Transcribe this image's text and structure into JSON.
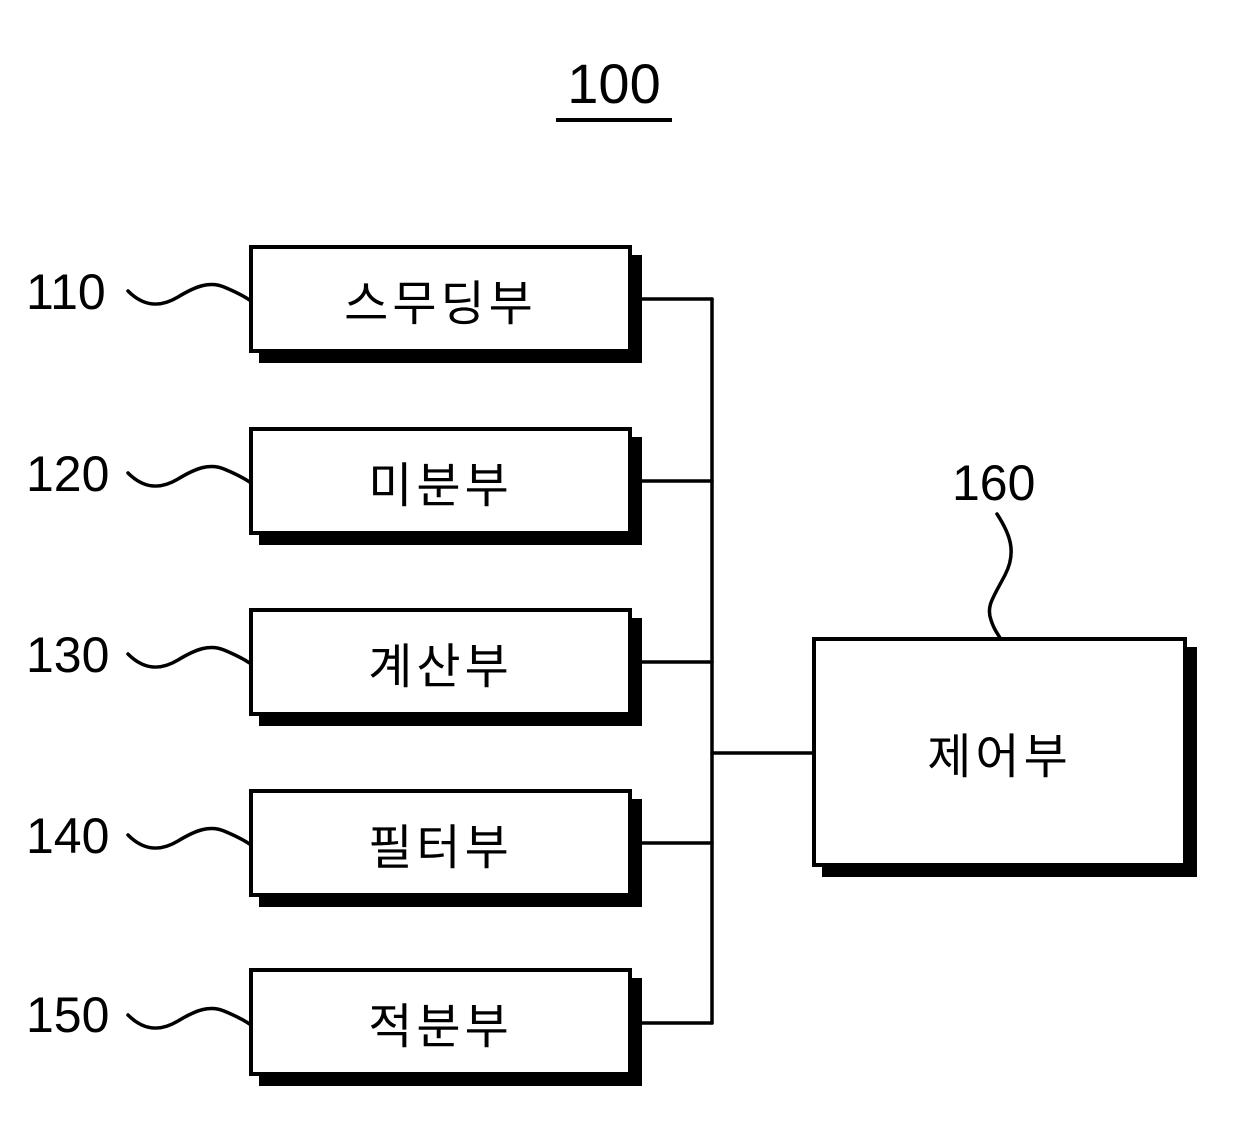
{
  "figure": {
    "number": "100"
  },
  "blocks": [
    {
      "ref": "110",
      "label": "스무딩부",
      "name": "smoothing-unit"
    },
    {
      "ref": "120",
      "label": "미분부",
      "name": "differentiation-unit"
    },
    {
      "ref": "130",
      "label": "계산부",
      "name": "calculation-unit"
    },
    {
      "ref": "140",
      "label": "필터부",
      "name": "filter-unit"
    },
    {
      "ref": "150",
      "label": "적분부",
      "name": "integration-unit"
    }
  ],
  "control": {
    "ref": "160",
    "label": "제어부",
    "name": "control-unit"
  },
  "colors": {
    "line": "#000000",
    "background": "#ffffff",
    "box_fill": "#ffffff"
  }
}
